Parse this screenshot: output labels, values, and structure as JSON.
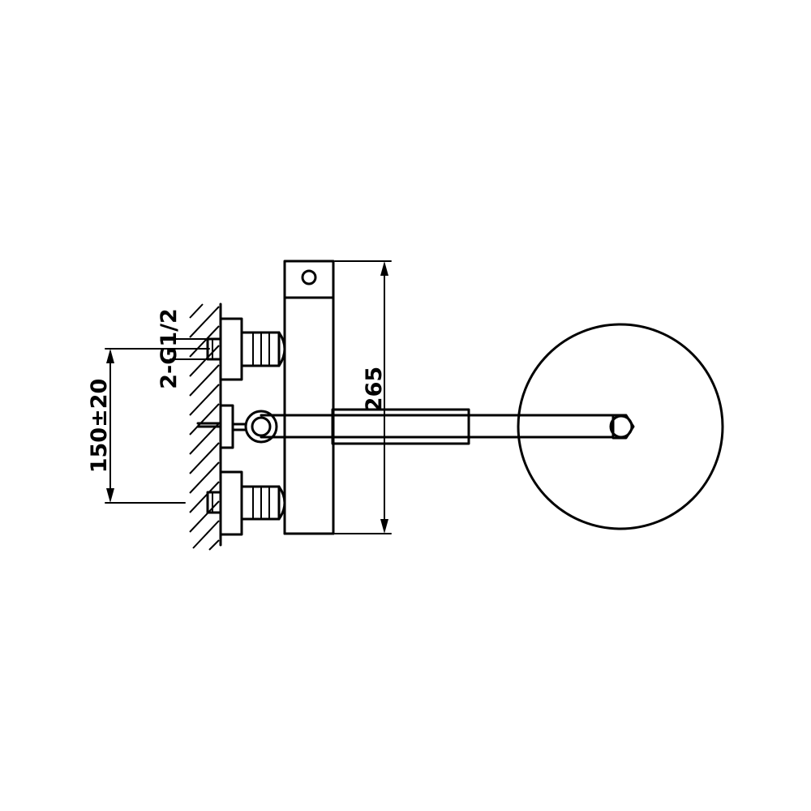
{
  "dimensions": {
    "height": "265",
    "spacing": "150±20",
    "thread": "2-G1/2"
  },
  "colors": {
    "line": "#000000",
    "background": "#ffffff"
  }
}
